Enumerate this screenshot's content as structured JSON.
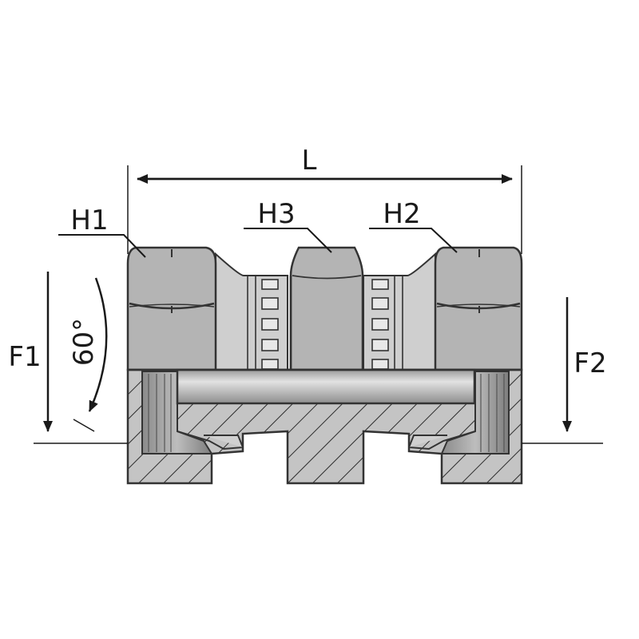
{
  "labels": {
    "length": "L",
    "hex1": "H1",
    "hex2": "H2",
    "hex3": "H3",
    "thread1": "F1",
    "thread2": "F2",
    "cone_angle": "60°"
  },
  "colors": {
    "outline": "#333333",
    "hex_fill": "#b4b4b4",
    "body_fill": "#c8c8c8",
    "section_fill": "#bfbfbf",
    "hatch": "#2b2b2b"
  }
}
